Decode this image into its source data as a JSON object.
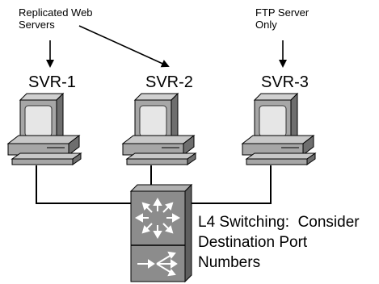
{
  "annotations": {
    "replicated_line1": "Replicated Web",
    "replicated_line2": "Servers",
    "ftp_line1": "FTP Server",
    "ftp_line2": "Only"
  },
  "servers": [
    {
      "label": "SVR-1",
      "icon": "workstation-icon"
    },
    {
      "label": "SVR-2",
      "icon": "workstation-icon"
    },
    {
      "label": "SVR-3",
      "icon": "workstation-icon"
    }
  ],
  "switch": {
    "icon": "multilayer-switch-icon",
    "description_line1": "L4 Switching:  Consider",
    "description_line2": "Destination Port",
    "description_line3": "Numbers"
  },
  "colors": {
    "device_fill": "#a6a6a6",
    "device_shadow": "#6e6e6e",
    "screen": "#e6e6e6",
    "switch_fill": "#8c8c8c",
    "switch_dark": "#5f5f5f",
    "line": "#000000"
  }
}
